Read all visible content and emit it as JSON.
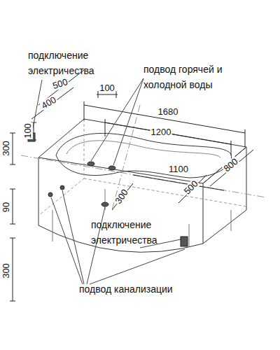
{
  "diagram": {
    "labels": [
      "подключение электричества",
      "500",
      "100",
      "подвод горячей и холодной воды",
      "400",
      "1680",
      "1200",
      "100",
      "300",
      "800",
      "1100",
      "500",
      "300",
      "90",
      "подключение электричества",
      "300",
      "подвод канализации"
    ]
  }
}
